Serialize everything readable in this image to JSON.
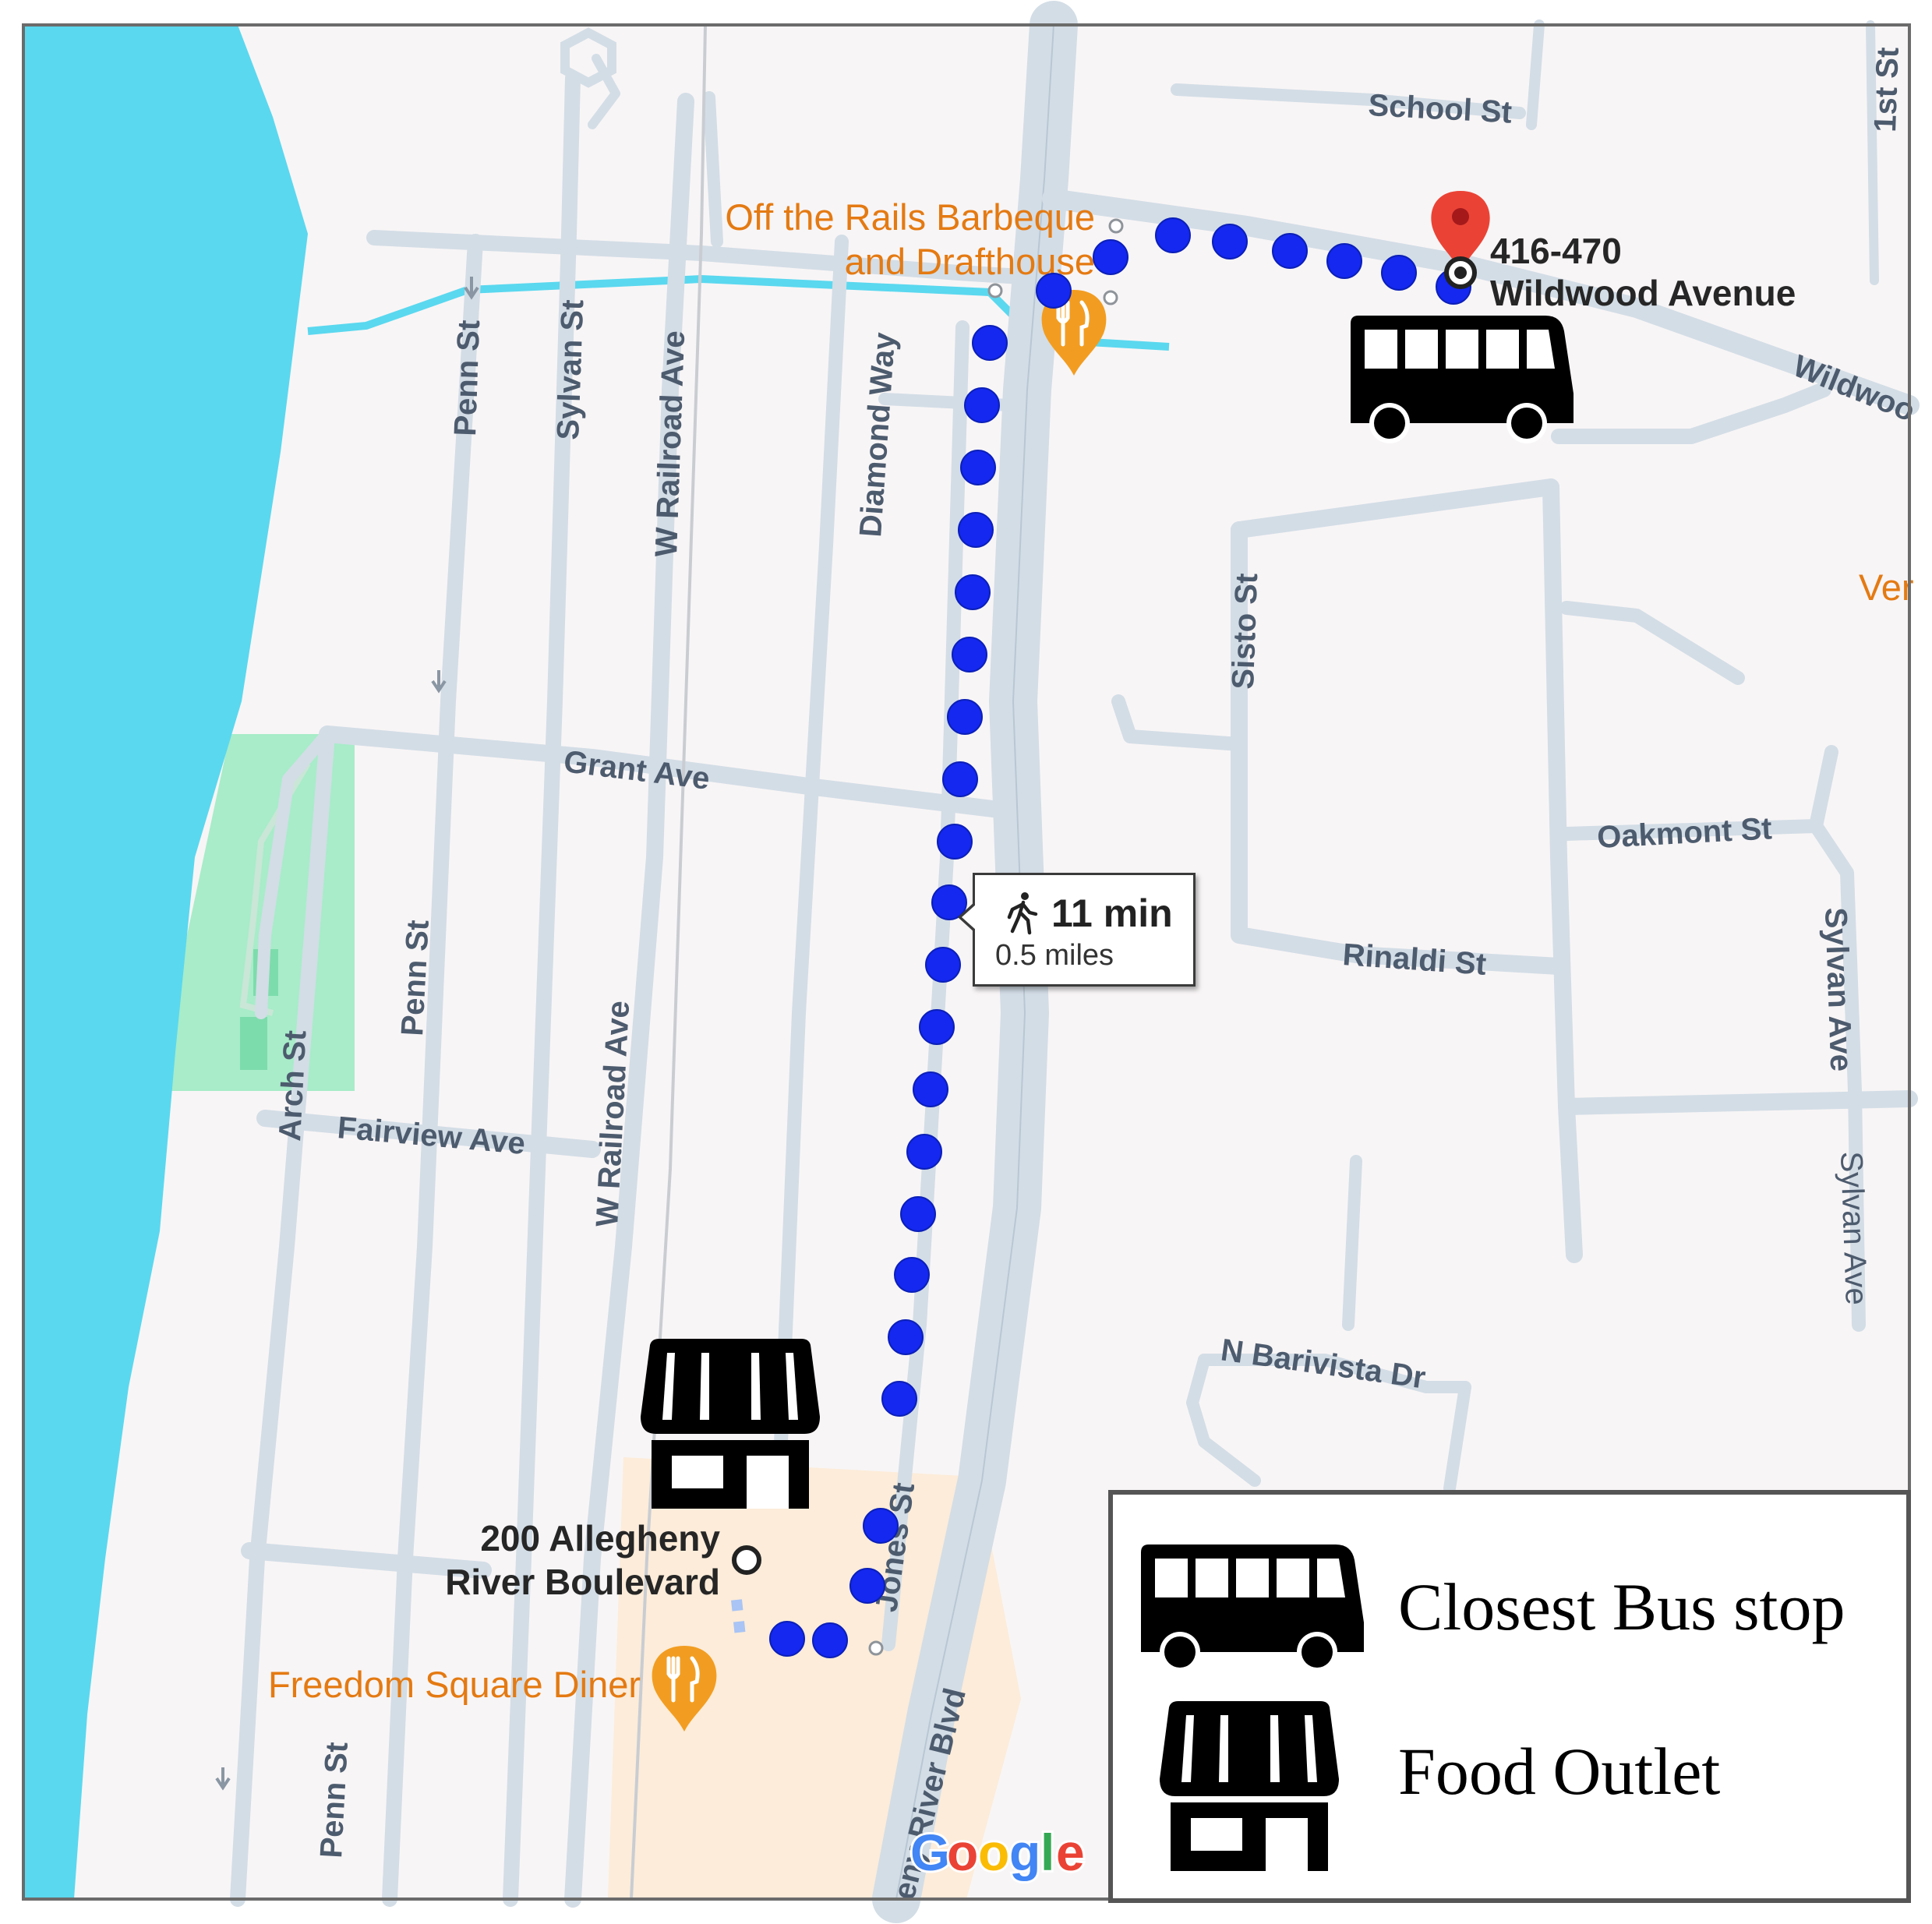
{
  "streets": {
    "school_st": "School St",
    "first_st": "1st St",
    "penn_st": "Penn St",
    "sylvan_st": "Sylvan St",
    "w_railroad_ave": "W Railroad Ave",
    "diamond_way": "Diamond Way",
    "grant_ave": "Grant Ave",
    "arch_st": "Arch St",
    "fairview_ave": "Fairview Ave",
    "jones_st": "Jones St",
    "allegheny_river_blvd": "eny River Blvd",
    "wildwood_ave": "Wildwoo",
    "sisto_st": "Sisto St",
    "oakmont_st": "Oakmont St",
    "rinaldi_st": "Rinaldi St",
    "sylvan_ave": "Sylvan Ave",
    "n_barivista_dr": "N Barivista Dr"
  },
  "pois": {
    "off_the_rails_line1": "Off the Rails Barbeque",
    "off_the_rails_line2": "and Drafthouse",
    "freedom_square_diner": "Freedom Square Diner",
    "partial_right_label": "Ver"
  },
  "destination": {
    "line1": "416-470",
    "line2": "Wildwood Avenue"
  },
  "origin": {
    "line1": "200 Allegheny",
    "line2": "River Boulevard"
  },
  "route": {
    "duration": "11 min",
    "distance": "0.5 miles",
    "mode_icon": "walking-person-icon",
    "color": "#1428f0"
  },
  "map_style": {
    "water_color": "#5ad8ef",
    "park_color": "#a8ecc9",
    "land_color": "#f8f5f6",
    "road_color": "#d3dde6",
    "poi_color": "#e47a12",
    "pin_color": "#ea4335"
  },
  "legend": {
    "bus_label": "Closest Bus stop",
    "bus_icon": "bus-icon",
    "food_label": "Food Outlet",
    "food_icon": "storefront-icon"
  },
  "attribution": {
    "g1": "G",
    "g2": "o",
    "g3": "o",
    "g4": "g",
    "g5": "l",
    "g6": "e"
  }
}
